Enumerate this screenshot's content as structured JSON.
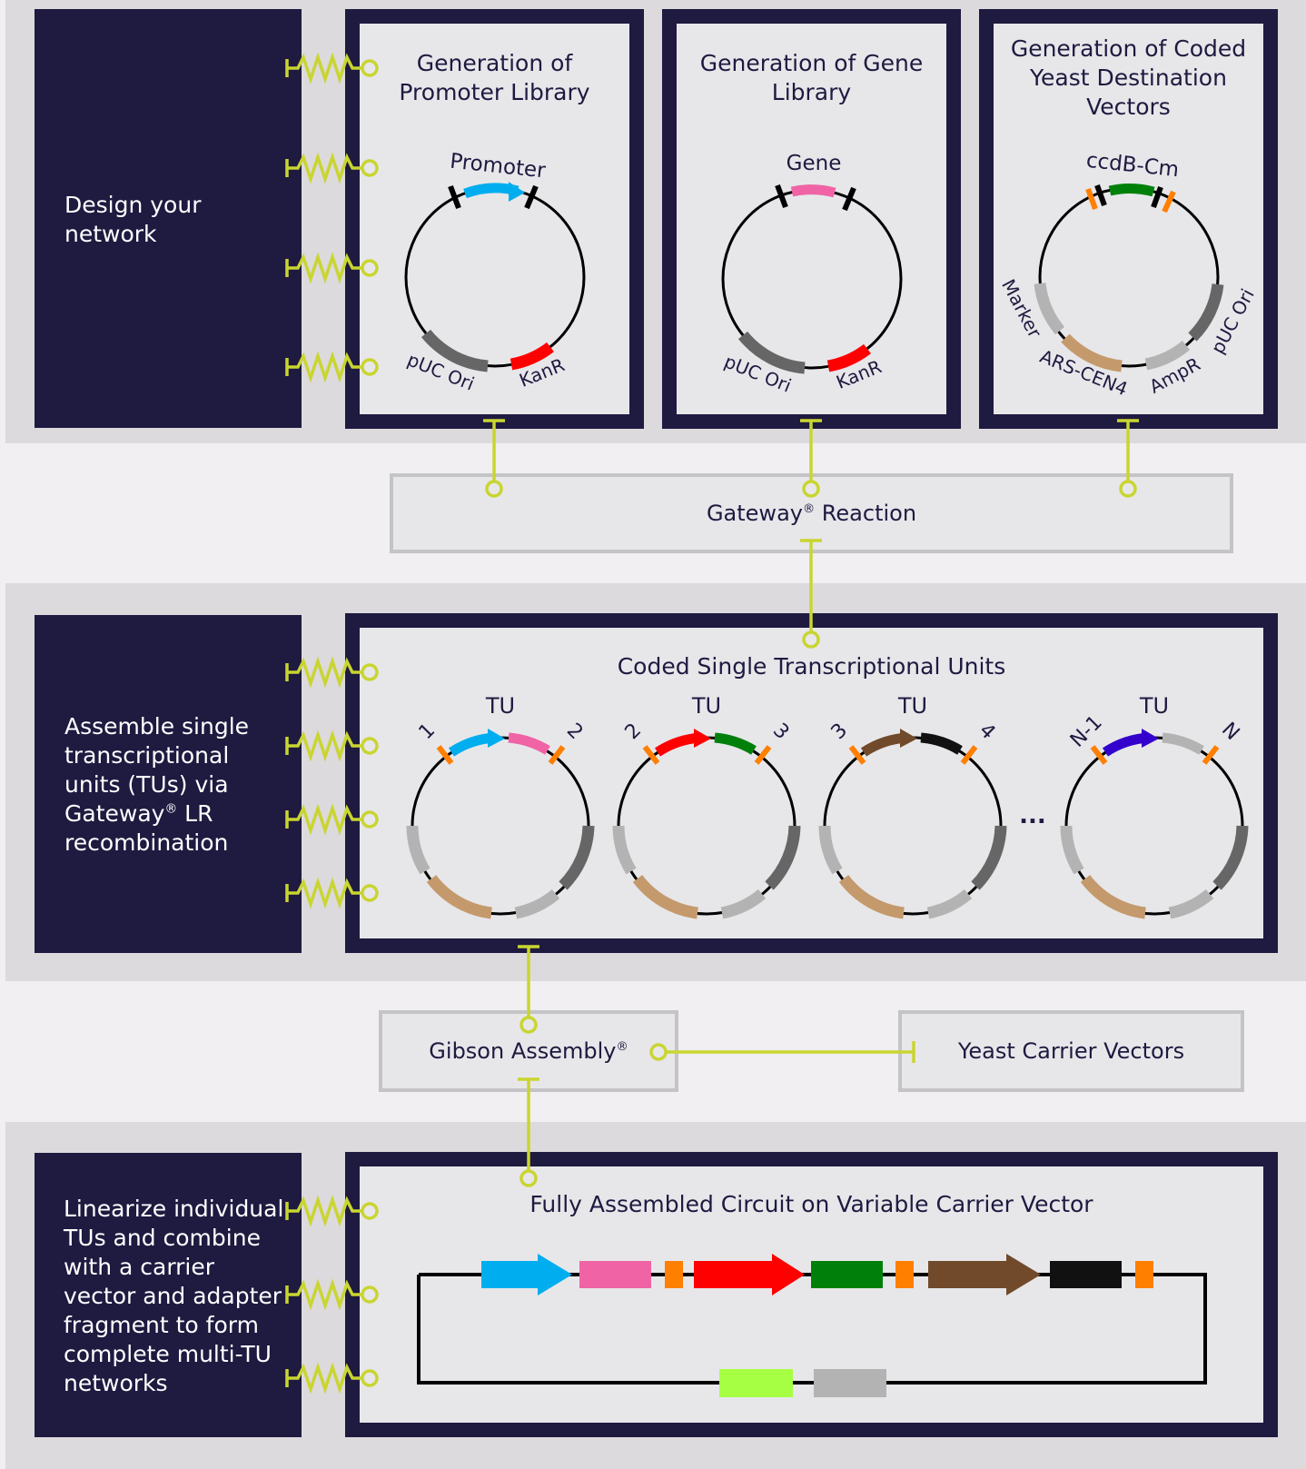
{
  "colors": {
    "navy": "#1e1a40",
    "panel_bg": "#e7e7ea",
    "band_bg": "#dcdadc",
    "page_bg": "#f1eff1",
    "connector": "#c9d530",
    "cyan": "#00aeef",
    "pink": "#f063a5",
    "red": "#ff0000",
    "green": "#00800a",
    "brown": "#704a2a",
    "black": "#111111",
    "purple": "#3300cc",
    "orange": "#ff7f00",
    "tan": "#c49a6c",
    "light_gray": "#b3b3b3",
    "dark_gray": "#666666",
    "lime": "#a6ff43"
  },
  "step1": {
    "label_lines": [
      "Design your",
      "network"
    ],
    "promoter_title_lines": [
      "Generation of",
      "Promoter Library"
    ],
    "gene_title_lines": [
      "Generation of Gene",
      "Library"
    ],
    "yeast_title_lines": [
      "Generation of Coded",
      "Yeast Destination",
      "Vectors"
    ],
    "promoter_plasmid": {
      "insert": "Promoter",
      "ori": "pUC Ori",
      "marker": "KanR"
    },
    "gene_plasmid": {
      "insert": "Gene",
      "ori": "pUC Ori",
      "marker": "KanR"
    },
    "yeast_plasmid": {
      "insert": "ccdB-Cm",
      "marker": "Marker",
      "ars": "ARS-CEN4",
      "amp": "AmpR",
      "ori": "pUC Ori"
    }
  },
  "gateway": {
    "label": "Gateway",
    "reg": "®",
    "suffix": " Reaction"
  },
  "step2": {
    "label_lines": [
      "Assemble single",
      "transcriptional",
      "units (TUs) via",
      "Gateway",
      "recombination"
    ],
    "label_line4_reg": "®",
    "label_line4_suffix": " LR",
    "title": "Coded Single Transcriptional Units",
    "plasmids": [
      {
        "tu": "TU",
        "left": "1",
        "right": "2"
      },
      {
        "tu": "TU",
        "left": "2",
        "right": "3"
      },
      {
        "tu": "TU",
        "left": "3",
        "right": "4"
      },
      {
        "tu": "TU",
        "left": "N-1",
        "right": "N"
      }
    ],
    "ellipsis": "..."
  },
  "gibson": {
    "label": "Gibson Assembly",
    "reg": "®"
  },
  "carrier": {
    "label": "Yeast Carrier Vectors"
  },
  "step3": {
    "label_lines": [
      "Linearize individual",
      "TUs and combine",
      "with a carrier",
      "vector and adapter",
      "fragment to form",
      "complete multi-TU",
      "networks"
    ],
    "title": "Fully Assembled Circuit on Variable Carrier Vector"
  }
}
